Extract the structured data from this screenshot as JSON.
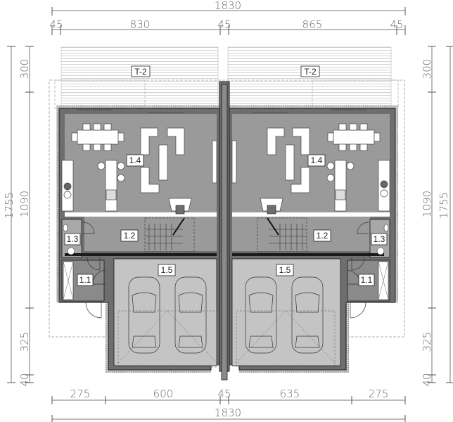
{
  "drawing": {
    "type": "semi-detached house ground floor plan",
    "colors": {
      "room_fill": "#9a9a9a",
      "garage_fill": "#c4c4c4",
      "wall": "#6e6e6e",
      "wall_outline": "#1a1a1a",
      "insulation": "#bdbdbd",
      "terrace_lines": "#c8c8c8",
      "dim_line": "#6a6a6a",
      "furniture": "#ffffff"
    }
  },
  "dimensions": {
    "top_total": "1830",
    "top_segments": [
      "45",
      "830",
      "45",
      "865",
      "45"
    ],
    "bottom_segments": [
      "275",
      "600",
      "45",
      "635",
      "275"
    ],
    "bottom_total": "1830",
    "left_total": "1755",
    "left_segments": [
      "300",
      "1090",
      "325",
      "40"
    ],
    "right_segments": [
      "300",
      "1090",
      "325",
      "40"
    ],
    "right_total": "1755"
  },
  "units": {
    "left": {
      "terrace": "T-2",
      "rooms": {
        "living": "1.4",
        "hall": "1.2",
        "wc": "1.3",
        "entry": "1.1",
        "garage": "1.5"
      }
    },
    "right": {
      "terrace": "T-2",
      "rooms": {
        "living": "1.4",
        "hall": "1.2",
        "wc": "1.3",
        "entry": "1.1",
        "garage": "1.5"
      }
    }
  }
}
